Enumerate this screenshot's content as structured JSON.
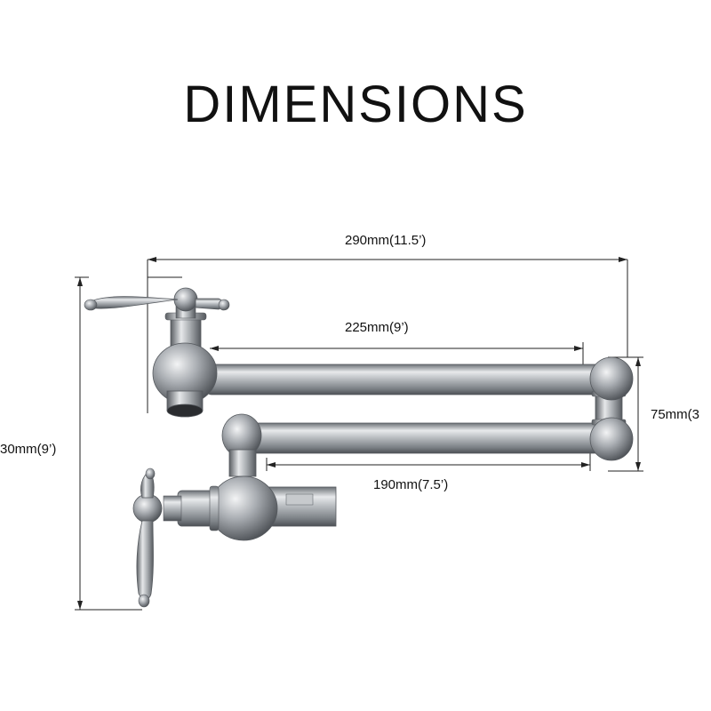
{
  "title": "DIMENSIONS",
  "dimensions": {
    "overall_width": "290mm(11.5’)",
    "upper_arm": "225mm(9’)",
    "lower_arm": "190mm(7.5’)",
    "arm_spacing": "75mm(3",
    "height": "30mm(9’)"
  },
  "colors": {
    "metal_light": "#e2e4e7",
    "metal_mid": "#a9adb2",
    "metal_dark": "#55595e",
    "dim_line": "#222222"
  }
}
